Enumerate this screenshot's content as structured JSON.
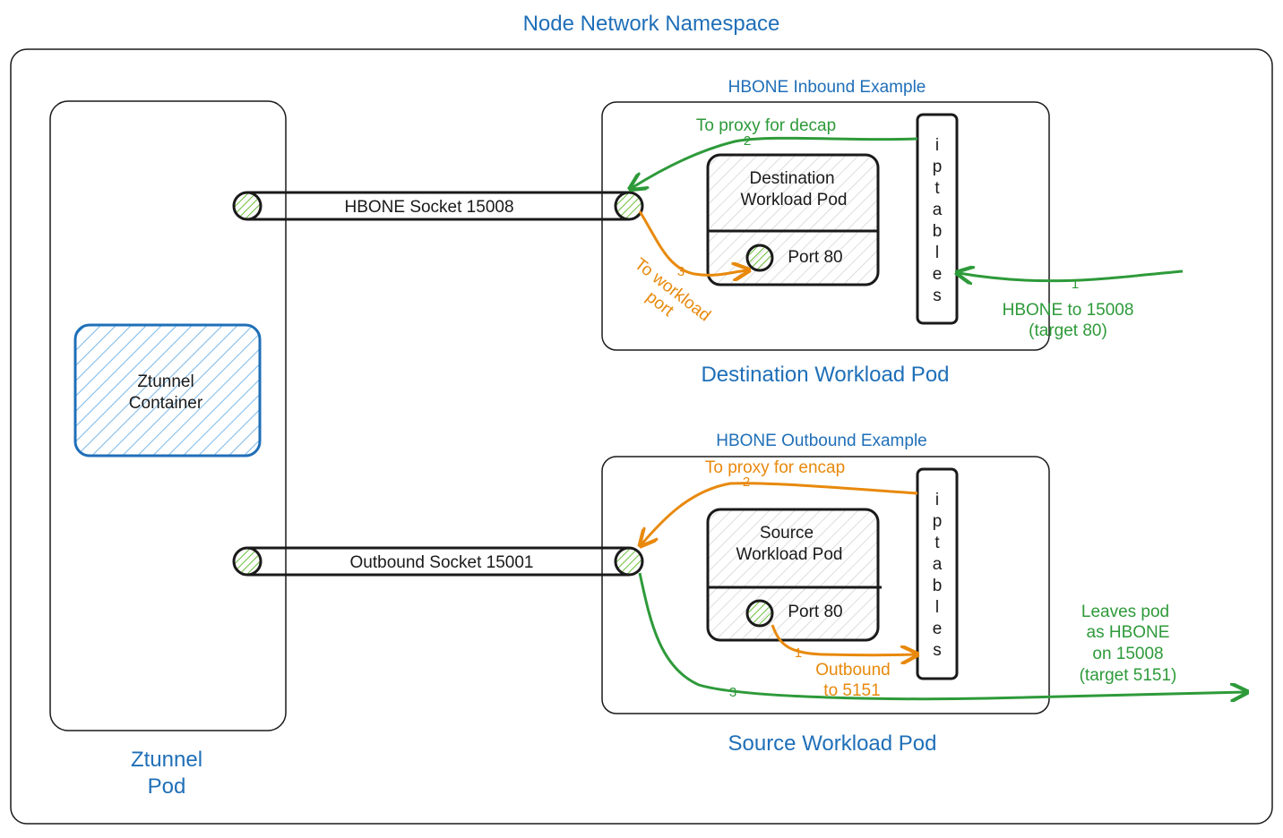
{
  "colors": {
    "blue": "#1f6fb8",
    "green": "#2e9a3a",
    "orange": "#e8890c",
    "ink": "#1a1a1a",
    "hatch_blue": "#7ab8e8"
  },
  "namespace": {
    "title": "Node Network Namespace"
  },
  "ztunnel_pod": {
    "label_line1": "Ztunnel",
    "label_line2": "Pod",
    "container_line1": "Ztunnel",
    "container_line2": "Container"
  },
  "sockets": {
    "hbone": "HBONE Socket 15008",
    "outbound": "Outbound Socket 15001"
  },
  "inbound": {
    "example_title": "HBONE Inbound Example",
    "pod_label": "Destination Workload Pod",
    "inner_line1": "Destination",
    "inner_line2": "Workload Pod",
    "port": "Port 80",
    "iptables": [
      "i",
      "p",
      "t",
      "a",
      "b",
      "l",
      "e",
      "s"
    ],
    "step1_num": "1",
    "step1_line1": "HBONE to 15008",
    "step1_line2": "(target 80)",
    "step2_num": "2",
    "step2_label": "To proxy for decap",
    "step3_num": "3",
    "step3_line1": "To workload",
    "step3_line2": "port"
  },
  "outbound": {
    "example_title": "HBONE Outbound Example",
    "pod_label": "Source Workload Pod",
    "inner_line1": "Source",
    "inner_line2": "Workload Pod",
    "port": "Port 80",
    "iptables": [
      "i",
      "p",
      "t",
      "a",
      "b",
      "l",
      "e",
      "s"
    ],
    "step1_num": "1",
    "step1_line1": "Outbound",
    "step1_line2": "to 5151",
    "step2_num": "2",
    "step2_label": "To proxy for encap",
    "step3_num": "3",
    "step3_line1": "Leaves pod",
    "step3_line2": "as HBONE",
    "step3_line3": "on 15008",
    "step3_line4": "(target 5151)"
  }
}
